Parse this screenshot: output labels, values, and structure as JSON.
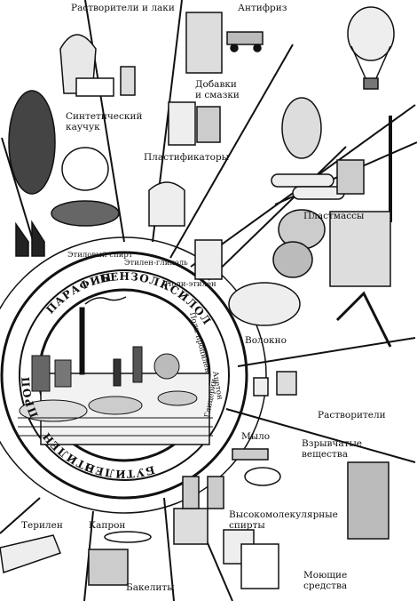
{
  "core": {
    "products": [
      "БУТИЛЕН",
      "ЭТИЛЕН",
      "ПРОПИЛЕН",
      "ПАРАФИН",
      "БЕНЗОЛ",
      "КСИЛОЛ"
    ]
  },
  "inner_ring": {
    "items": [
      "Этиловый спирт",
      "Этилен-гликоль",
      "Поли-этилен",
      "Поли-пропилен",
      "Ацетон",
      "Глицерин"
    ]
  },
  "outer_labels": {
    "solvents_lacquers": "Растворители и лаки",
    "antifreeze": "Антифриз",
    "additives_lubricants": "Добавки и смазки",
    "synthetic_rubber": "Синтетический каучук",
    "plasticizers": "Пластификаторы",
    "plastics": "Пластмассы",
    "fiber": "Волокно",
    "solvents": "Растворители",
    "soap": "Мыло",
    "explosives": "Взрывчатые вещества",
    "alcohols": "Высокомолекулярные спирты",
    "detergents": "Моющие средства",
    "terylene": "Терилен",
    "kapron": "Капрон",
    "bakelites": "Бакелиты"
  },
  "colors": {
    "ink": "#111111",
    "paper": "#ffffff"
  }
}
